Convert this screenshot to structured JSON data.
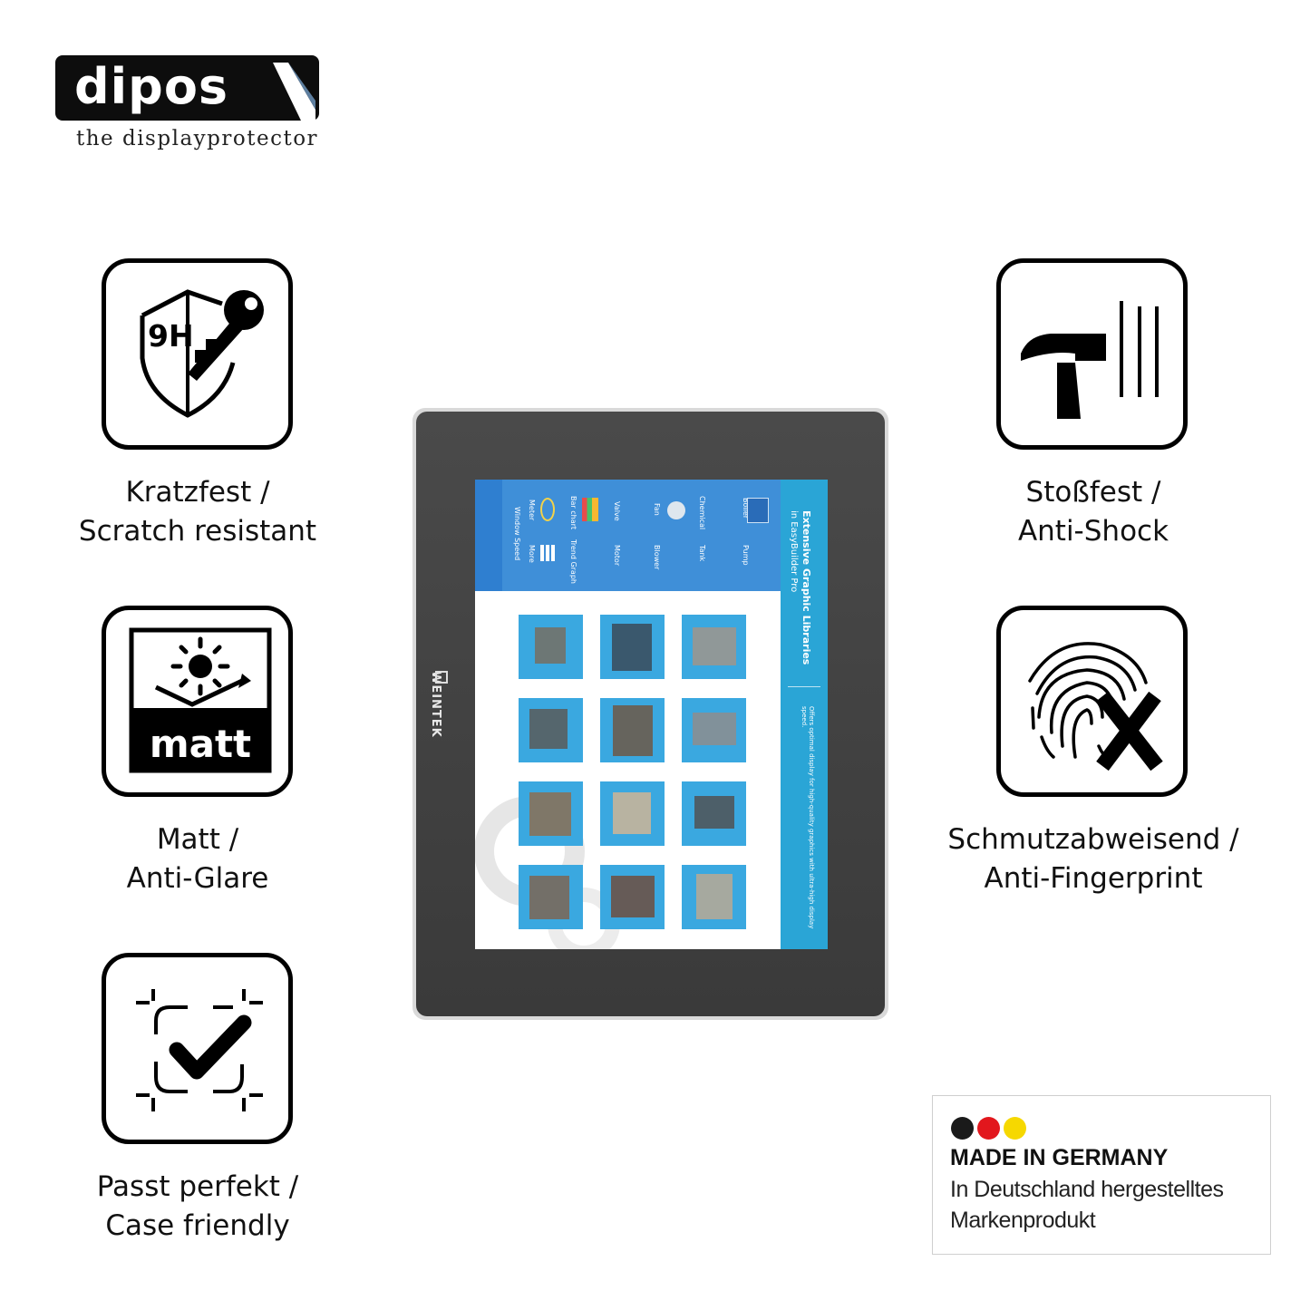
{
  "brand": {
    "logo_text": "dipos",
    "tagline": "the displayprotector"
  },
  "features": [
    {
      "id": "scratch",
      "icon": "shield-key-9h-icon",
      "badge": "9H",
      "line1": "Kratzfest /",
      "line2": "Scratch resistant"
    },
    {
      "id": "matt",
      "icon": "sun-matt-icon",
      "badge": "matt",
      "line1": "Matt /",
      "line2": "Anti-Glare"
    },
    {
      "id": "fit",
      "icon": "frame-check-icon",
      "line1": "Passt perfekt /",
      "line2": "Case friendly"
    },
    {
      "id": "shock",
      "icon": "hammer-icon",
      "line1": "Stoßfest /",
      "line2": "Anti-Shock"
    },
    {
      "id": "fingerprint",
      "icon": "fingerprint-x-icon",
      "line1": "Schmutzabweisend /",
      "line2": "Anti-Fingerprint"
    }
  ],
  "device": {
    "brand": "WEINTEK",
    "screen_title": "Extensive Graphic Libraries",
    "screen_subtitle": "in EasyBuilder Pro",
    "screen_caption": "Offers optimal display for high-quality graphics with ultra-high display speed.",
    "menu_row1": [
      "Boiler",
      "Chemical",
      "Fan",
      "Valve",
      "Bar chart",
      "Meter"
    ],
    "menu_row2": [
      "Pump",
      "Tank",
      "Blower",
      "Motor",
      "Trend Graph",
      "More",
      "Window Speed"
    ]
  },
  "made_in": {
    "colors": [
      "#1a1a1a",
      "#e2171d",
      "#f6d800"
    ],
    "title": "MADE IN GERMANY",
    "line1": "In Deutschland hergestelltes",
    "line2": "Markenprodukt"
  }
}
